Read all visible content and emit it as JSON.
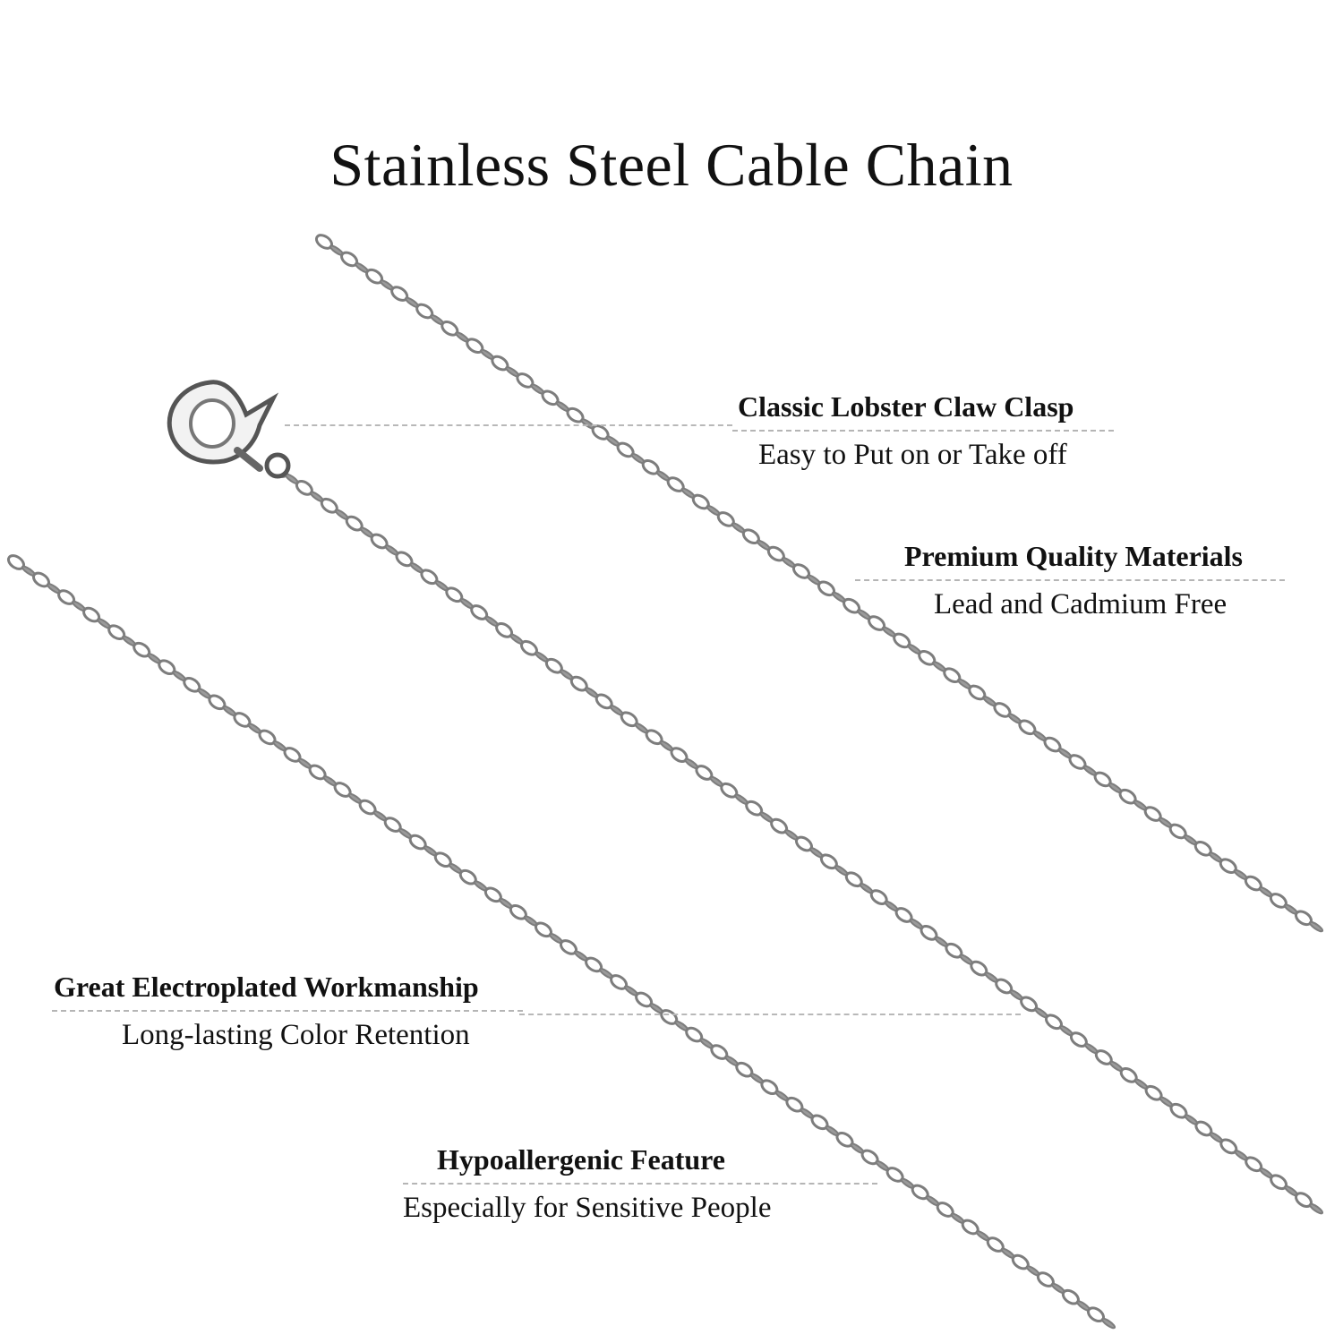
{
  "title": "Stainless Steel Cable Chain",
  "callouts": [
    {
      "heading": "Classic Lobster Claw Clasp",
      "sub": "Easy to Put on or Take off"
    },
    {
      "heading": "Premium Quality Materials",
      "sub": "Lead and Cadmium Free"
    },
    {
      "heading": "Great Electroplated Workmanship",
      "sub": "Long-lasting Color Retention"
    },
    {
      "heading": "Hypoallergenic Feature",
      "sub": "Especially for Sensitive People"
    }
  ],
  "colors": {
    "background": "#ffffff",
    "text": "#111111",
    "chain": "#8a8a8a",
    "dashes": "#b8b8b8"
  },
  "icons": {
    "clasp": "lobster-claw-clasp-icon"
  }
}
